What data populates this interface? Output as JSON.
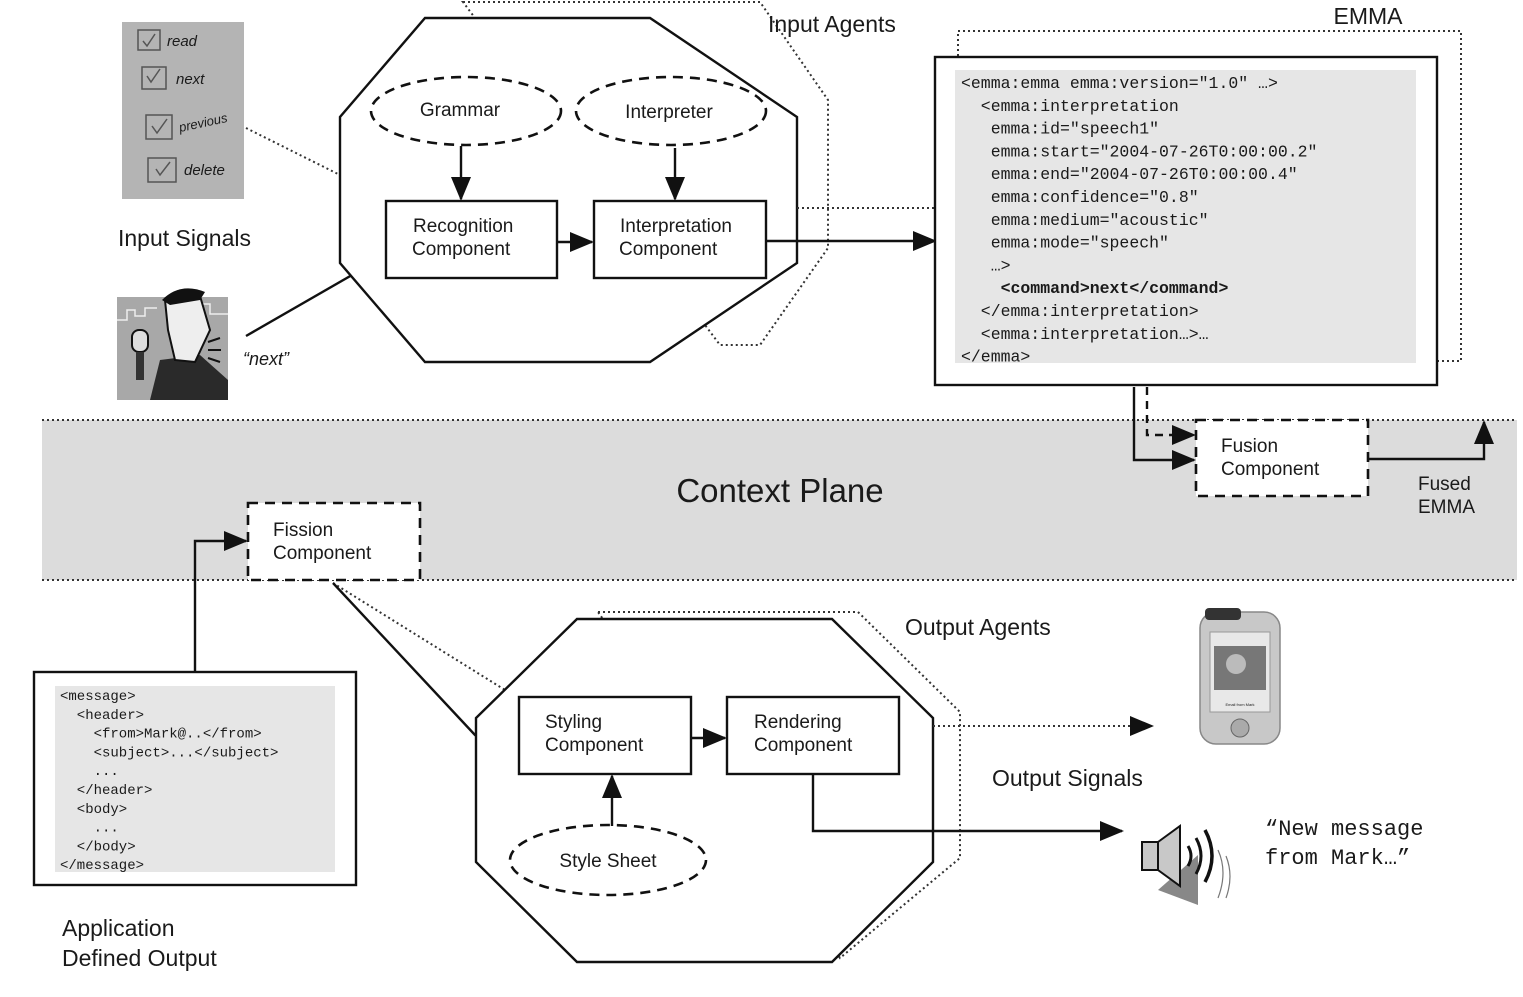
{
  "title": "Multimodal Interaction Architecture",
  "context_plane": {
    "label": "Context Plane"
  },
  "input": {
    "signals_label": "Input Signals",
    "ink_items": [
      "read",
      "next",
      "previous",
      "delete"
    ],
    "speech_utterance": "“next”",
    "agents_label": "Input Agents",
    "grammar": "Grammar",
    "interpreter": "Interpreter",
    "recognition": [
      "Recognition",
      "Component"
    ],
    "interpretation": [
      "Interpretation",
      "Component"
    ]
  },
  "emma": {
    "label": "EMMA",
    "lines": [
      "<emma:emma emma:version=\"1.0\" …>",
      "  <emma:interpretation",
      "   emma:id=\"speech1\"",
      "   emma:start=\"2004-07-26T0:00:00.2\"",
      "   emma:end=\"2004-07-26T0:00:00.4\"",
      "   emma:confidence=\"0.8\"",
      "   emma:medium=\"acoustic\"",
      "   emma:mode=\"speech\"",
      "   …>",
      "    <command>next</command>",
      "  </emma:interpretation>",
      "  <emma:interpretation…>…",
      "</emma>"
    ],
    "bold_line_index": 9
  },
  "fusion": {
    "label": [
      "Fusion",
      "Component"
    ],
    "output_label": [
      "Fused",
      "EMMA"
    ]
  },
  "fission": {
    "label": [
      "Fission",
      "Component"
    ]
  },
  "app_output": {
    "label": [
      "Application",
      "Defined Output"
    ],
    "lines": [
      "<message>",
      "  <header>",
      "    <from>Mark@..</from>",
      "    <subject>...</subject>",
      "    ...",
      "  </header>",
      "  <body>",
      "    ...",
      "  </body>",
      "</message>"
    ]
  },
  "output": {
    "agents_label": "Output Agents",
    "styling": [
      "Styling",
      "Component"
    ],
    "rendering": [
      "Rendering",
      "Component"
    ],
    "style_sheet": "Style Sheet",
    "signals_label": "Output Signals",
    "device_screen_caption": "Email from Mark",
    "spoken_output": [
      "“New message",
      "from Mark…”"
    ]
  },
  "colors": {
    "context_plane_bg": "#dcdcdc",
    "code_bg": "#e6e6e6",
    "ink_photo_bg": "#b4b4b4",
    "stroke": "#111111"
  }
}
